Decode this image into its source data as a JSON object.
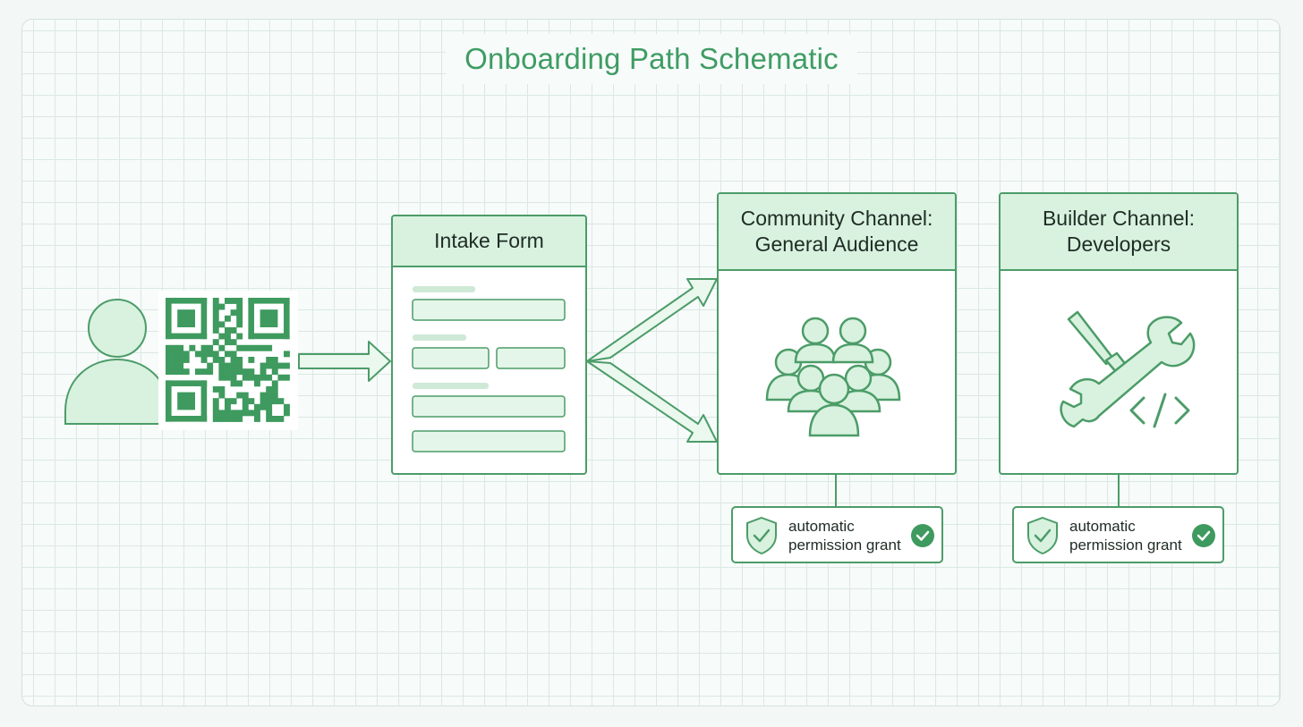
{
  "title": "Onboarding Path Schematic",
  "colors": {
    "accent": "#4c9c68",
    "accent_light": "#d8f2df",
    "title": "#3f9c64",
    "qr": "#3e9a5e",
    "text": "#1f2b24"
  },
  "icons": [
    "user-icon",
    "qr-code-icon",
    "form-icon",
    "arrow-right-icon",
    "group-icon",
    "tools-code-icon",
    "shield-check-icon",
    "check-circle-icon"
  ],
  "intake_form": {
    "title": "Intake Form"
  },
  "channels": [
    {
      "title": "Community Channel:\nGeneral Audience",
      "icon": "group-icon",
      "badge": "automatic\npermission grant"
    },
    {
      "title": "Builder Channel:\nDevelopers",
      "icon": "tools-code-icon",
      "badge": "automatic\npermission grant"
    }
  ]
}
